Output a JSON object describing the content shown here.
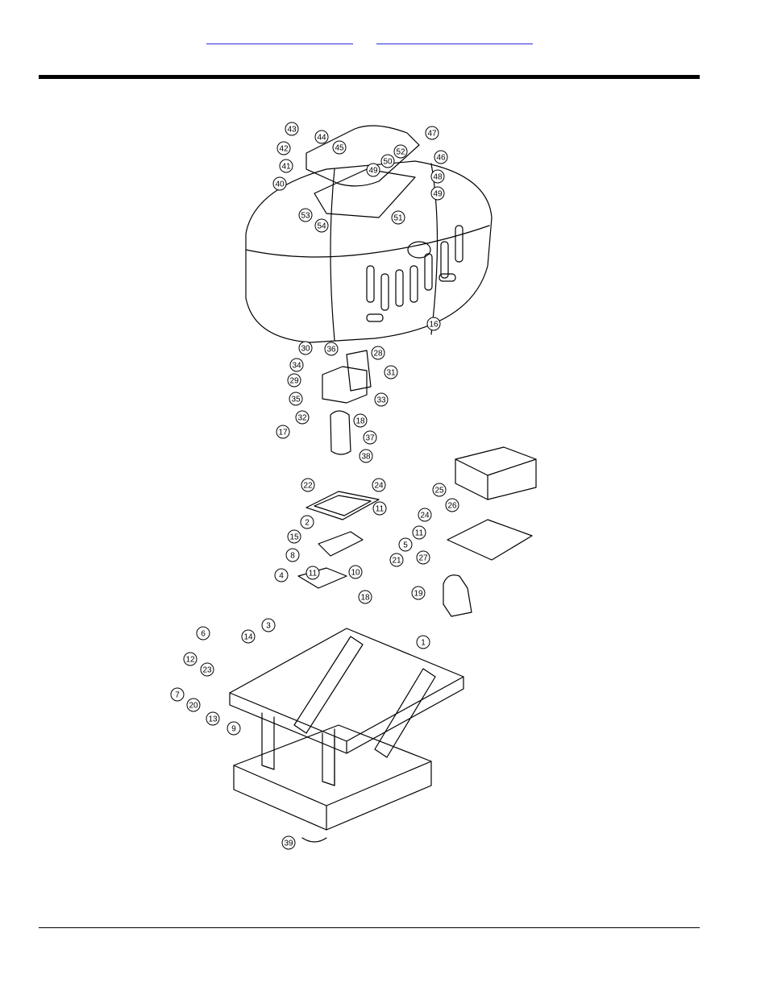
{
  "header": {
    "links": [
      {
        "label": ""
      },
      {
        "label": ""
      }
    ]
  },
  "diagram": {
    "callouts": [
      "1",
      "2",
      "3",
      "4",
      "5",
      "6",
      "7",
      "8",
      "9",
      "10",
      "11",
      "12",
      "13",
      "14",
      "15",
      "16",
      "17",
      "18",
      "19",
      "20",
      "21",
      "22",
      "23",
      "24",
      "25",
      "26",
      "27",
      "28",
      "29",
      "30",
      "31",
      "32",
      "33",
      "34",
      "35",
      "36",
      "37",
      "38",
      "39",
      "40",
      "41",
      "42",
      "43",
      "44",
      "45",
      "46",
      "47",
      "48",
      "49",
      "50",
      "51",
      "52",
      "53",
      "54"
    ]
  },
  "colors": {
    "line": "#000000",
    "background": "#ffffff",
    "link": "#2a2ad8"
  }
}
